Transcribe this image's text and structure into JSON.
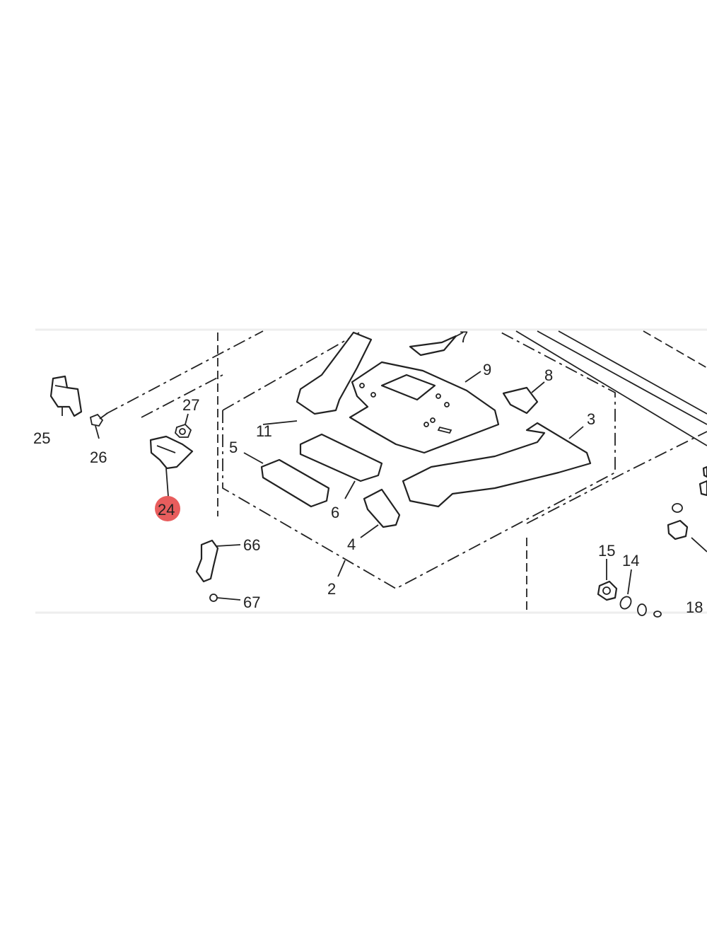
{
  "diagram": {
    "highlight_color": "#e85d5d",
    "labels": {
      "p25": "25",
      "p26": "26",
      "p27": "27",
      "p24": "24",
      "p66": "66",
      "p67": "67",
      "p11": "11",
      "p5": "5",
      "p6": "6",
      "p4": "4",
      "p2": "2",
      "p7": "7",
      "p9": "9",
      "p8": "8",
      "p3": "3",
      "p15": "15",
      "p14": "14",
      "p18": "18"
    },
    "highlighted_part": "24"
  }
}
